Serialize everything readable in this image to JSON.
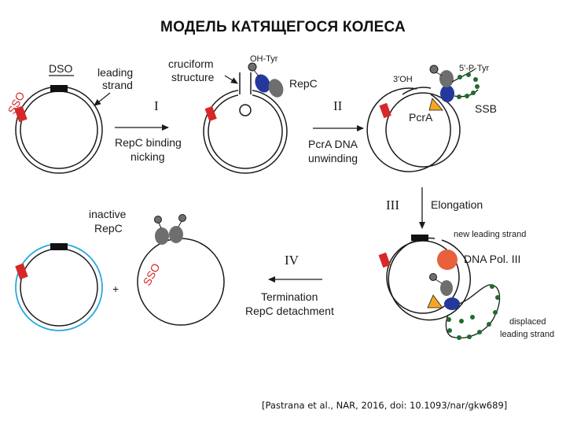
{
  "title": "МОДЕЛЬ КАТЯЩЕГОСЯ КОЛЕСА",
  "citation": "[Pastrana et al., NAR, 2016, doi: 10.1093/nar/gkw689]",
  "labels": {
    "dso": "DSO",
    "sso": "SSO",
    "leading_strand_1": "leading",
    "leading_strand_2": "strand",
    "cruciform_1": "cruciform",
    "cruciform_2": "structure",
    "oh_tyr": "OH-Tyr",
    "repc": "RepC",
    "three_oh": "3'OH",
    "five_p_tyr": "5'-P-Tyr",
    "pcra": "PcrA",
    "ssb": "SSB",
    "elongation": "Elongation",
    "new_leading_strand": "new leading strand",
    "dna_pol": "DNA Pol. III",
    "displaced_1": "displaced",
    "displaced_2": "leading strand",
    "inactive_1": "inactive",
    "inactive_2": "RepC",
    "plus": "+",
    "sso_2": "SSO"
  },
  "steps": {
    "step1": {
      "numeral": "I",
      "line1": "RepC binding",
      "line2": "nicking"
    },
    "step2": {
      "numeral": "II",
      "line1": "PcrA DNA",
      "line2": "unwinding"
    },
    "step3": {
      "numeral": "III"
    },
    "step4": {
      "numeral": "IV",
      "line1": "Termination",
      "line2": "RepC detachment"
    }
  },
  "colors": {
    "dna": "#1a1a1a",
    "sso_red": "#d62828",
    "repc_gray": "#6e6e6e",
    "repc_blue": "#24389c",
    "pcra_orange": "#f5a623",
    "ssb_green": "#1f6b2e",
    "pol_orange": "#e8613c",
    "new_strand_blue": "#29a8e0"
  }
}
